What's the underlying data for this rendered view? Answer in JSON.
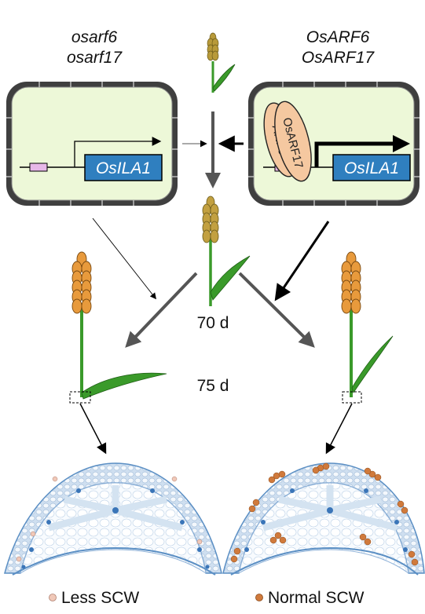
{
  "left_cell": {
    "genotype_line1": "osarf6",
    "genotype_line2": "osarf17",
    "gene_label": "OsILA1"
  },
  "right_cell": {
    "protein_a": "OsARF6",
    "protein_b": "OsARF17",
    "protein_label_1": "OsARF17",
    "protein_label_2": "ARF6",
    "gene_label": "OsILA1"
  },
  "timepoints": {
    "early": "70 d",
    "late": "75 d"
  },
  "legend": {
    "less": {
      "label": "Less SCW",
      "color": "#f0c8b8"
    },
    "normal": {
      "label": "Normal SCW",
      "color": "#d07a3c"
    }
  },
  "colors": {
    "cell_fill": "#edf8d8",
    "gene_box": "#2f7fbf",
    "protein": "#f5c8a0",
    "grain": "#e89a3c",
    "leaf": "#3a9a2a",
    "section_wall": "#d7e5f2"
  }
}
